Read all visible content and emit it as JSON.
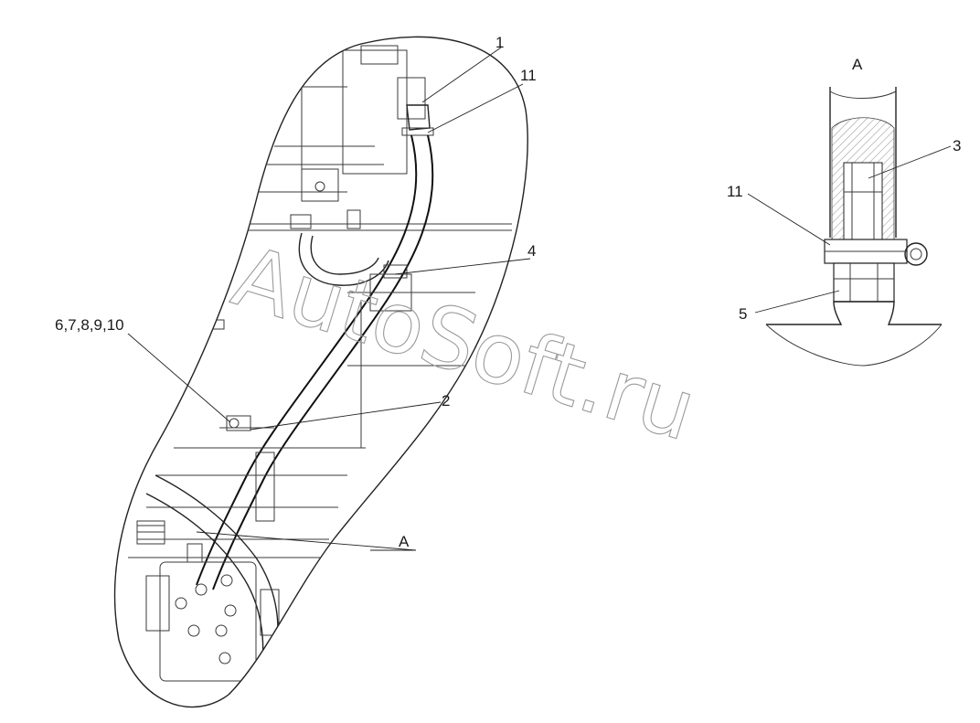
{
  "diagram": {
    "main_view_labels": {
      "l1": "1",
      "l11": "11",
      "l4": "4",
      "l6_10": "6,7,8,9,10",
      "l2": "2",
      "lA": "A"
    },
    "detail_view": {
      "title": "A",
      "l3": "3",
      "l11": "11",
      "l5": "5"
    },
    "watermark": "AutoSoft.ru"
  }
}
